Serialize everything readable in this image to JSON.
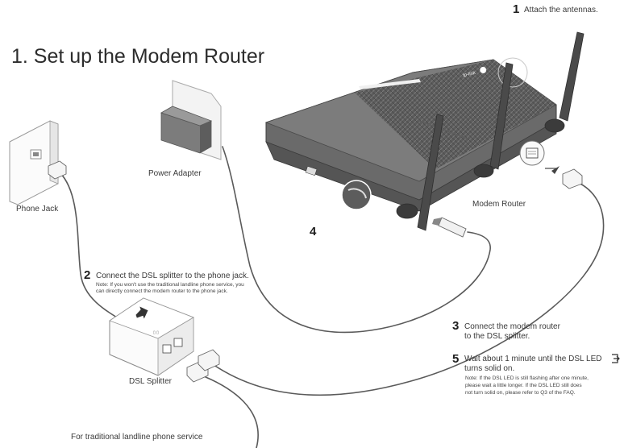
{
  "title": "1. Set up the Modem Router",
  "labels": {
    "phone_jack": "Phone Jack",
    "power_adapter": "Power Adapter",
    "modem_router": "Modem Router",
    "dsl_splitter": "DSL Splitter",
    "landline": "For traditional landline phone service"
  },
  "steps": {
    "s1": {
      "num": "1",
      "text": "Attach the antennas."
    },
    "s2": {
      "num": "2",
      "text": "Connect the DSL splitter to the phone jack.",
      "note_line1": "Note: If you won't use the traditional landline phone service, you",
      "note_line2": "can directly connect the modem router to the phone jack."
    },
    "s3": {
      "num": "3",
      "line1": "Connect the modem router",
      "line2": "to the DSL splitter."
    },
    "s4": {
      "num": "4"
    },
    "s5": {
      "num": "5",
      "line1": "Wait about 1 minute until the DSL LED",
      "line2": "turns solid on.",
      "note_line1": "Note: If the DSL LED is still flashing after one minute,",
      "note_line2": "please wait a little longer. If the DSL LED still does",
      "note_line3": "not turn solid on, please refer to Q3 of the FAQ."
    }
  },
  "icons": {
    "dsl_led": "dsl-led-icon",
    "router_logo": "tp-link-logo"
  },
  "colors": {
    "line": "#555555",
    "device": "#6e6e6e",
    "device_dark": "#4a4a4a",
    "light": "#eeeeee"
  }
}
